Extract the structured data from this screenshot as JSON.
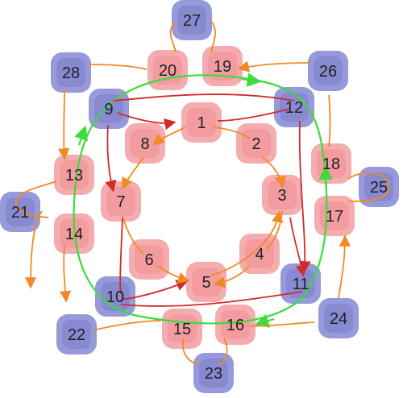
{
  "diagram": {
    "colors": {
      "pink_node": "#f4a3a6",
      "pink_node_inner": "#ef8f93",
      "blue_node": "#8c8fd6",
      "blue_node_inner": "#7a7ecb",
      "green_path": "#3bdc3b",
      "red_path": "#d42a2a",
      "orange_path": "#f08a24"
    },
    "nodes": [
      {
        "id": "1",
        "kind": "pink"
      },
      {
        "id": "2",
        "kind": "pink"
      },
      {
        "id": "3",
        "kind": "pink"
      },
      {
        "id": "4",
        "kind": "pink"
      },
      {
        "id": "5",
        "kind": "pink"
      },
      {
        "id": "6",
        "kind": "pink"
      },
      {
        "id": "7",
        "kind": "pink"
      },
      {
        "id": "8",
        "kind": "pink"
      },
      {
        "id": "9",
        "kind": "blue"
      },
      {
        "id": "10",
        "kind": "blue"
      },
      {
        "id": "11",
        "kind": "blue"
      },
      {
        "id": "12",
        "kind": "blue"
      },
      {
        "id": "13",
        "kind": "pink"
      },
      {
        "id": "14",
        "kind": "pink"
      },
      {
        "id": "15",
        "kind": "pink"
      },
      {
        "id": "16",
        "kind": "pink"
      },
      {
        "id": "17",
        "kind": "pink"
      },
      {
        "id": "18",
        "kind": "pink"
      },
      {
        "id": "19",
        "kind": "pink"
      },
      {
        "id": "20",
        "kind": "pink"
      },
      {
        "id": "21",
        "kind": "blue"
      },
      {
        "id": "22",
        "kind": "blue"
      },
      {
        "id": "23",
        "kind": "blue"
      },
      {
        "id": "24",
        "kind": "blue"
      },
      {
        "id": "25",
        "kind": "blue"
      },
      {
        "id": "26",
        "kind": "blue"
      },
      {
        "id": "27",
        "kind": "blue"
      },
      {
        "id": "28",
        "kind": "blue"
      }
    ]
  }
}
